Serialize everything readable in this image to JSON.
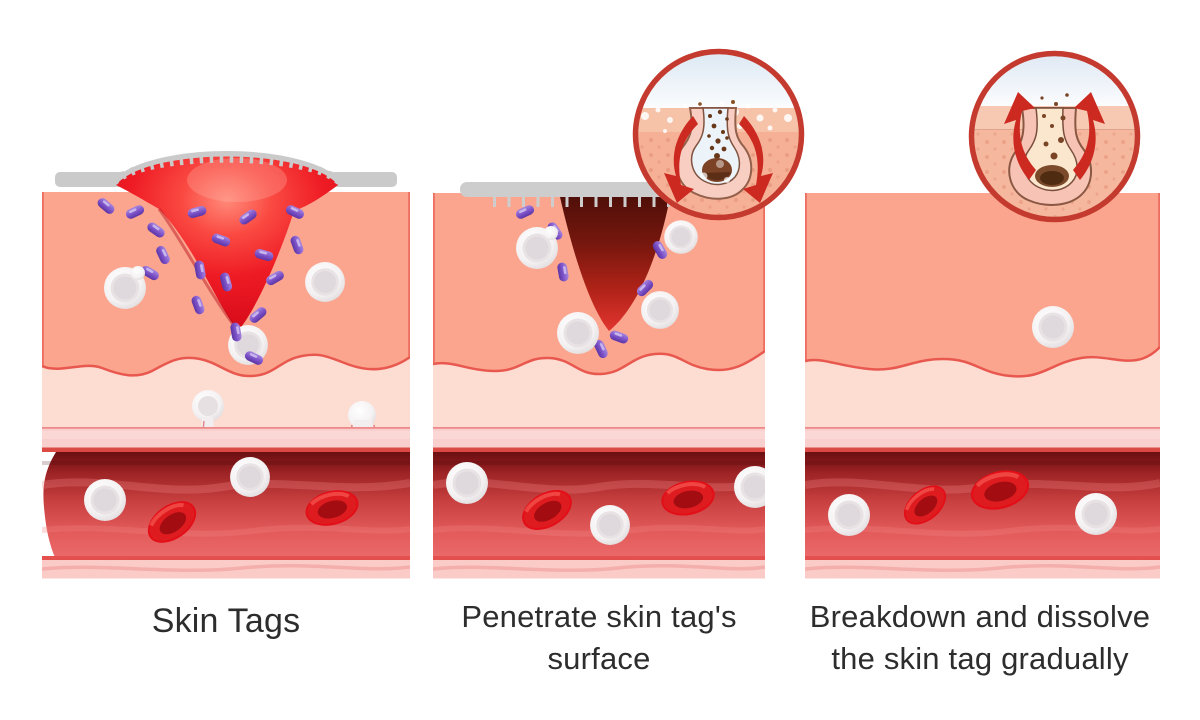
{
  "figure": {
    "title": "",
    "steps": [
      {
        "id": "skin-tags",
        "caption_lines": [
          "Skin Tags"
        ]
      },
      {
        "id": "penetrate-surface",
        "caption_lines": [
          "Penetrate skin tag's",
          "surface"
        ]
      },
      {
        "id": "breakdown-dissolve",
        "caption_lines": [
          "Breakdown and dissolve",
          "the skin tag gradually"
        ]
      }
    ],
    "insets": [
      {
        "id": "inset-penetrate",
        "icon": "curved-arrows-down-icon"
      },
      {
        "id": "inset-dissolve",
        "icon": "curved-arrows-up-icon"
      }
    ]
  },
  "colors": {
    "background": "#FFFFFF",
    "epidermis": "#FBA58E",
    "dermis": "#FDDCD2",
    "capillary_band": "#F9CFCD",
    "vessel_dark": "#7E1518",
    "vessel_light": "#EC6B6B",
    "vessel_bottom_band": "#FBCBC7",
    "skin_tag_red": "#E8101E",
    "wound_dark_red": "#77170E",
    "patch_gray": "#CDCDCD",
    "bacteria_purple": "#7C52C8",
    "rbc_red": "#E30E17",
    "wbc_white": "#F6F3F4",
    "boundary_red": "#E8584F",
    "inset_border": "#C43A2F",
    "arrow_red": "#CC2A21",
    "debris_brown": "#7B4226",
    "caption_text": "#2D2D2D"
  }
}
